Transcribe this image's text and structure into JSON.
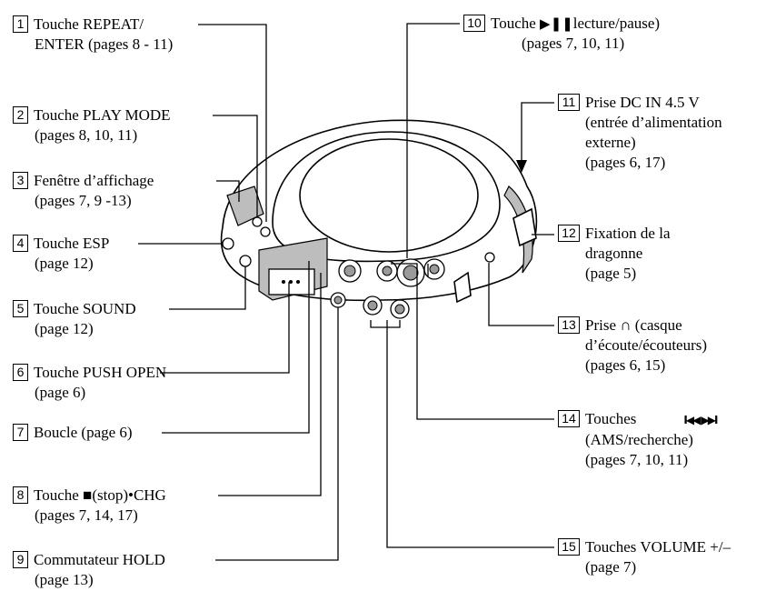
{
  "labels": [
    {
      "num": "1",
      "l1": "Touche REPEAT/",
      "l2": "ENTER (pages 8 - 11)"
    },
    {
      "num": "2",
      "l1": "Touche PLAY MODE",
      "l2": "(pages 8, 10, 11)"
    },
    {
      "num": "3",
      "l1": "Fenêtre d’affichage",
      "l2": "(pages 7, 9 -13)"
    },
    {
      "num": "4",
      "l1": "Touche ESP",
      "l2": "(page 12)"
    },
    {
      "num": "5",
      "l1": "Touche SOUND",
      "l2": "(page 12)"
    },
    {
      "num": "6",
      "l1": "Touche PUSH OPEN",
      "l2": "(page 6)"
    },
    {
      "num": "7",
      "l1": "Boucle (page 6)"
    },
    {
      "num": "8",
      "l1_pre": "Touche ",
      "l1_sym": "■",
      "l1_post": "(stop)•CHG",
      "l2": "(pages 7, 14, 17)"
    },
    {
      "num": "9",
      "l1": "Commutateur HOLD",
      "l2": "(page 13)"
    },
    {
      "num": "10",
      "l1_pre": "Touche ",
      "l1_sym": "▶❚❚",
      "l1_post": "lecture/pause)",
      "l2": "(pages 7, 10, 11)"
    },
    {
      "num": "11",
      "l1": "Prise DC IN 4.5 V",
      "l2": "(entrée d’alimentation",
      "l3": "externe)",
      "l4": "(pages 6, 17)"
    },
    {
      "num": "12",
      "l1": "Fixation de la",
      "l2": "dragonne",
      "l3": "(page 5)"
    },
    {
      "num": "13",
      "l1_pre": "Prise ",
      "l1_sym": "∩",
      "l1_post": " (casque",
      "l2": "d’écoute/écouteurs)",
      "l3": "(pages 6, 15)"
    },
    {
      "num": "14",
      "l1": "Touches",
      "l1_sym": "I◀◀ ▶▶I",
      "l2": "(AMS/recherche)",
      "l3": "(pages 7, 10, 11)"
    },
    {
      "num": "15",
      "l1": "Touches VOLUME +/–",
      "l2": "(page 7)"
    }
  ]
}
